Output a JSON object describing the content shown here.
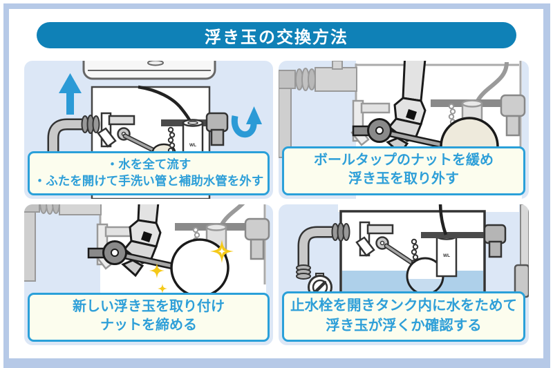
{
  "title": "浮き玉の交換方法",
  "steps": [
    {
      "caption": [
        "・水を全て流す",
        "・ふたを開けて手洗い管と補助水管を外す"
      ]
    },
    {
      "caption": [
        "ボールタップのナットを緩め",
        "浮き玉を取り外す"
      ]
    },
    {
      "caption": [
        "新しい浮き玉を取り付け",
        "ナットを締める"
      ]
    },
    {
      "caption": [
        "止水栓を開きタンク内に水をためて",
        "浮き玉が浮くか確認する"
      ]
    }
  ],
  "labels": {
    "water_line": "WL"
  },
  "colors": {
    "title_bg": "#0f81b7",
    "frame": "#b6c9e7",
    "panel_bg": "#dce7f6",
    "caption_bg": "#fcfdee",
    "caption_border": "#2aa0d9",
    "caption_text": "#2e9fd8",
    "arrow_blue": "#2b9ad6",
    "sparkle_yellow": "#f5c918",
    "water": "#aed0ea",
    "float_ball_old": "#eeeadc",
    "float_ball_new": "#ffffff"
  }
}
